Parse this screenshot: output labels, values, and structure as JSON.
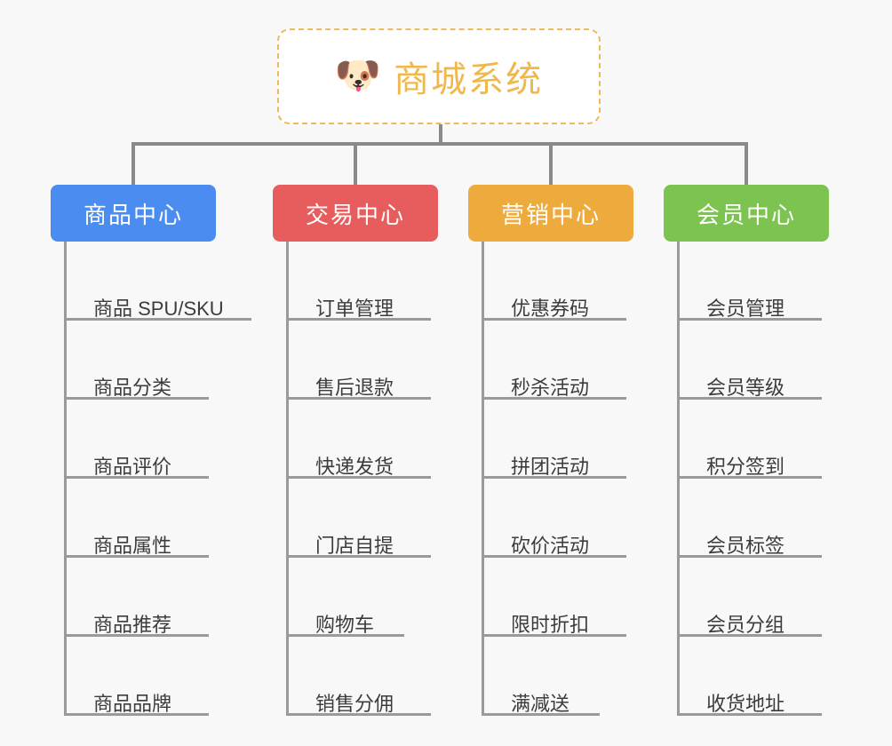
{
  "root": {
    "icon": "shiba-dog-face-emoji",
    "icon_glyph": "🐶",
    "title": "商城系统",
    "accent_color": "#f0b84b"
  },
  "background_color": "#f8f8f8",
  "connector_color": "#8a8a8a",
  "columns": [
    {
      "id": "product-center",
      "title": "商品中心",
      "color": "#4a8cf0",
      "leaves": [
        "商品 SPU/SKU",
        "商品分类",
        "商品评价",
        "商品属性",
        "商品推荐",
        "商品品牌"
      ]
    },
    {
      "id": "trade-center",
      "title": "交易中心",
      "color": "#e75c5c",
      "leaves": [
        "订单管理",
        "售后退款",
        "快递发货",
        "门店自提",
        "购物车",
        "销售分佣"
      ]
    },
    {
      "id": "marketing-center",
      "title": "营销中心",
      "color": "#eeab3d",
      "leaves": [
        "优惠券码",
        "秒杀活动",
        "拼团活动",
        "砍价活动",
        "限时折扣",
        "满减送"
      ]
    },
    {
      "id": "member-center",
      "title": "会员中心",
      "color": "#7cc350",
      "leaves": [
        "会员管理",
        "会员等级",
        "积分签到",
        "会员标签",
        "会员分组",
        "收货地址"
      ]
    }
  ]
}
